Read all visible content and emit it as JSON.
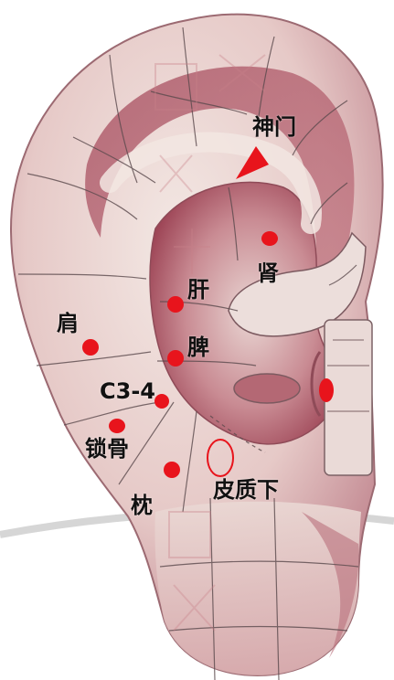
{
  "labels": {
    "shenmen": "神门",
    "shen": "肾",
    "gan": "肝",
    "jian": "肩",
    "pi": "脾",
    "c34": "C3-4",
    "suogu": "锁骨",
    "zhen": "枕",
    "pizhixia": "皮质下"
  },
  "colors": {
    "point": "#e8141c",
    "skin_light": "#efe3de",
    "skin_mid": "#d7a3a6",
    "skin_dark": "#a9505e",
    "grid_line": "#5b4a4d",
    "label": "#111111"
  },
  "icons": [
    "acupoint-dot",
    "acupoint-ring",
    "shenmen-triangle"
  ]
}
